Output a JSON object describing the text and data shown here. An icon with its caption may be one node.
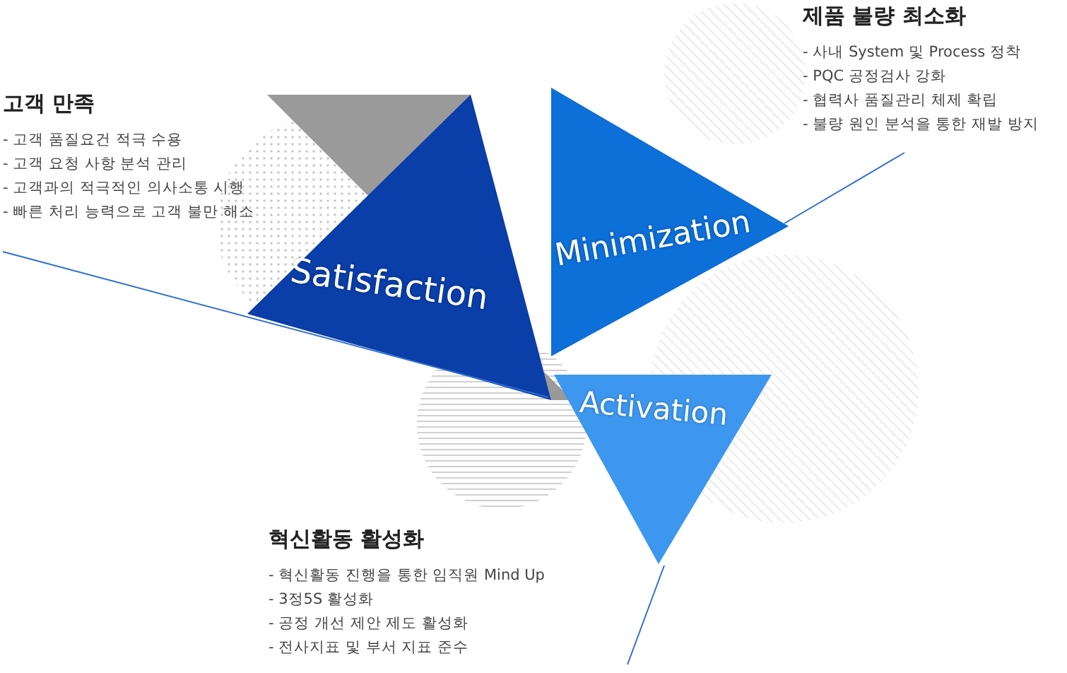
{
  "diagram": {
    "nodes": [
      {
        "text": [
          "고객 만족",
          "- 고객 품질요건 적극 수용",
          "- 고객 요청 사항 분석 관리",
          "- 고객과의 적극적인 의사소통 시행",
          "- 빠른 처리 능력으로 고객 불만 해소"
        ]
      },
      {
        "text": [
          "Satisfaction"
        ]
      },
      {
        "text": [
          "제품 불량 최소화",
          "- 사내 System 및 Process 정착",
          "- PQC 공정검사 강화",
          "- 협력사 품질관리 체제 확립",
          "- 불량 원인 분석을 통한 재발 방지"
        ]
      },
      {
        "text": [
          "Minimization"
        ]
      },
      {
        "text": [
          "Activation"
        ]
      },
      {
        "text": [
          "혁신활동 활성화",
          "- 혁신활동 진행을 통한 임직원 Mind Up",
          "- 3정5S 활성화",
          "- 공정 개선 제안 제도 활성화",
          "- 전사지표 및 부서 지표 준수"
        ]
      }
    ],
    "edges": [
      {
        "from": 0,
        "to": 1,
        "arrow": "none"
      },
      {
        "from": 2,
        "to": 3,
        "arrow": "none"
      },
      {
        "from": 5,
        "to": 4,
        "arrow": "none"
      }
    ]
  }
}
